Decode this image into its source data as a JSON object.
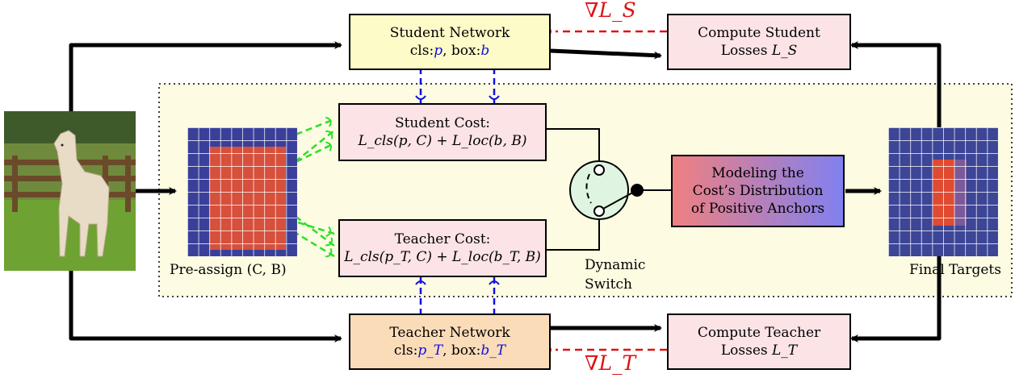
{
  "student_network": {
    "title": "Student Network",
    "cls_label": "cls:",
    "cls_var": "p",
    "box_label": ", box:",
    "box_var": "b"
  },
  "teacher_network": {
    "title": "Teacher Network",
    "cls_label": "cls:",
    "cls_var": "p_T",
    "box_label": ", box:",
    "box_var": "b_T"
  },
  "student_losses": {
    "line1": "Compute Student",
    "line2": "Losses ",
    "var": "L_S"
  },
  "teacher_losses": {
    "line1": "Compute Teacher",
    "line2": "Losses ",
    "var": "L_T"
  },
  "student_cost": {
    "line1": "Student Cost:",
    "formula": "L_cls(p, C) + L_loc(b, B)"
  },
  "teacher_cost": {
    "line1": "Teacher Cost:",
    "formula": "L_cls(p_T, C) + L_loc(b_T, B)"
  },
  "modeling": {
    "line1": "Modeling the",
    "line2": "Cost’s Distribution",
    "line3": "of Positive Anchors"
  },
  "labels": {
    "pre_assign": "Pre-assign (C, B)",
    "dynamic": "Dynamic",
    "switch": "Switch",
    "final_targets": "Final Targets"
  },
  "gradients": {
    "student": "∇L_S",
    "teacher": "∇L_T"
  },
  "colors": {
    "student_network_fill": "#fdfbc8",
    "teacher_network_fill": "#fbdcb8",
    "loss_fill": "#fbe3e6",
    "cost_fill": "#fbe3e6",
    "region_fill": "#fdfbe2",
    "switch_fill": "#dff5e1",
    "gradient_arrow": "#e01010",
    "bbox_arrow": "#1010e0",
    "assign_arrow": "#28e028",
    "modeling_left": "#f08080",
    "modeling_right": "#8080f0"
  },
  "icons": {
    "horse_photo": "horse-photo",
    "switch": "switch-icon"
  }
}
